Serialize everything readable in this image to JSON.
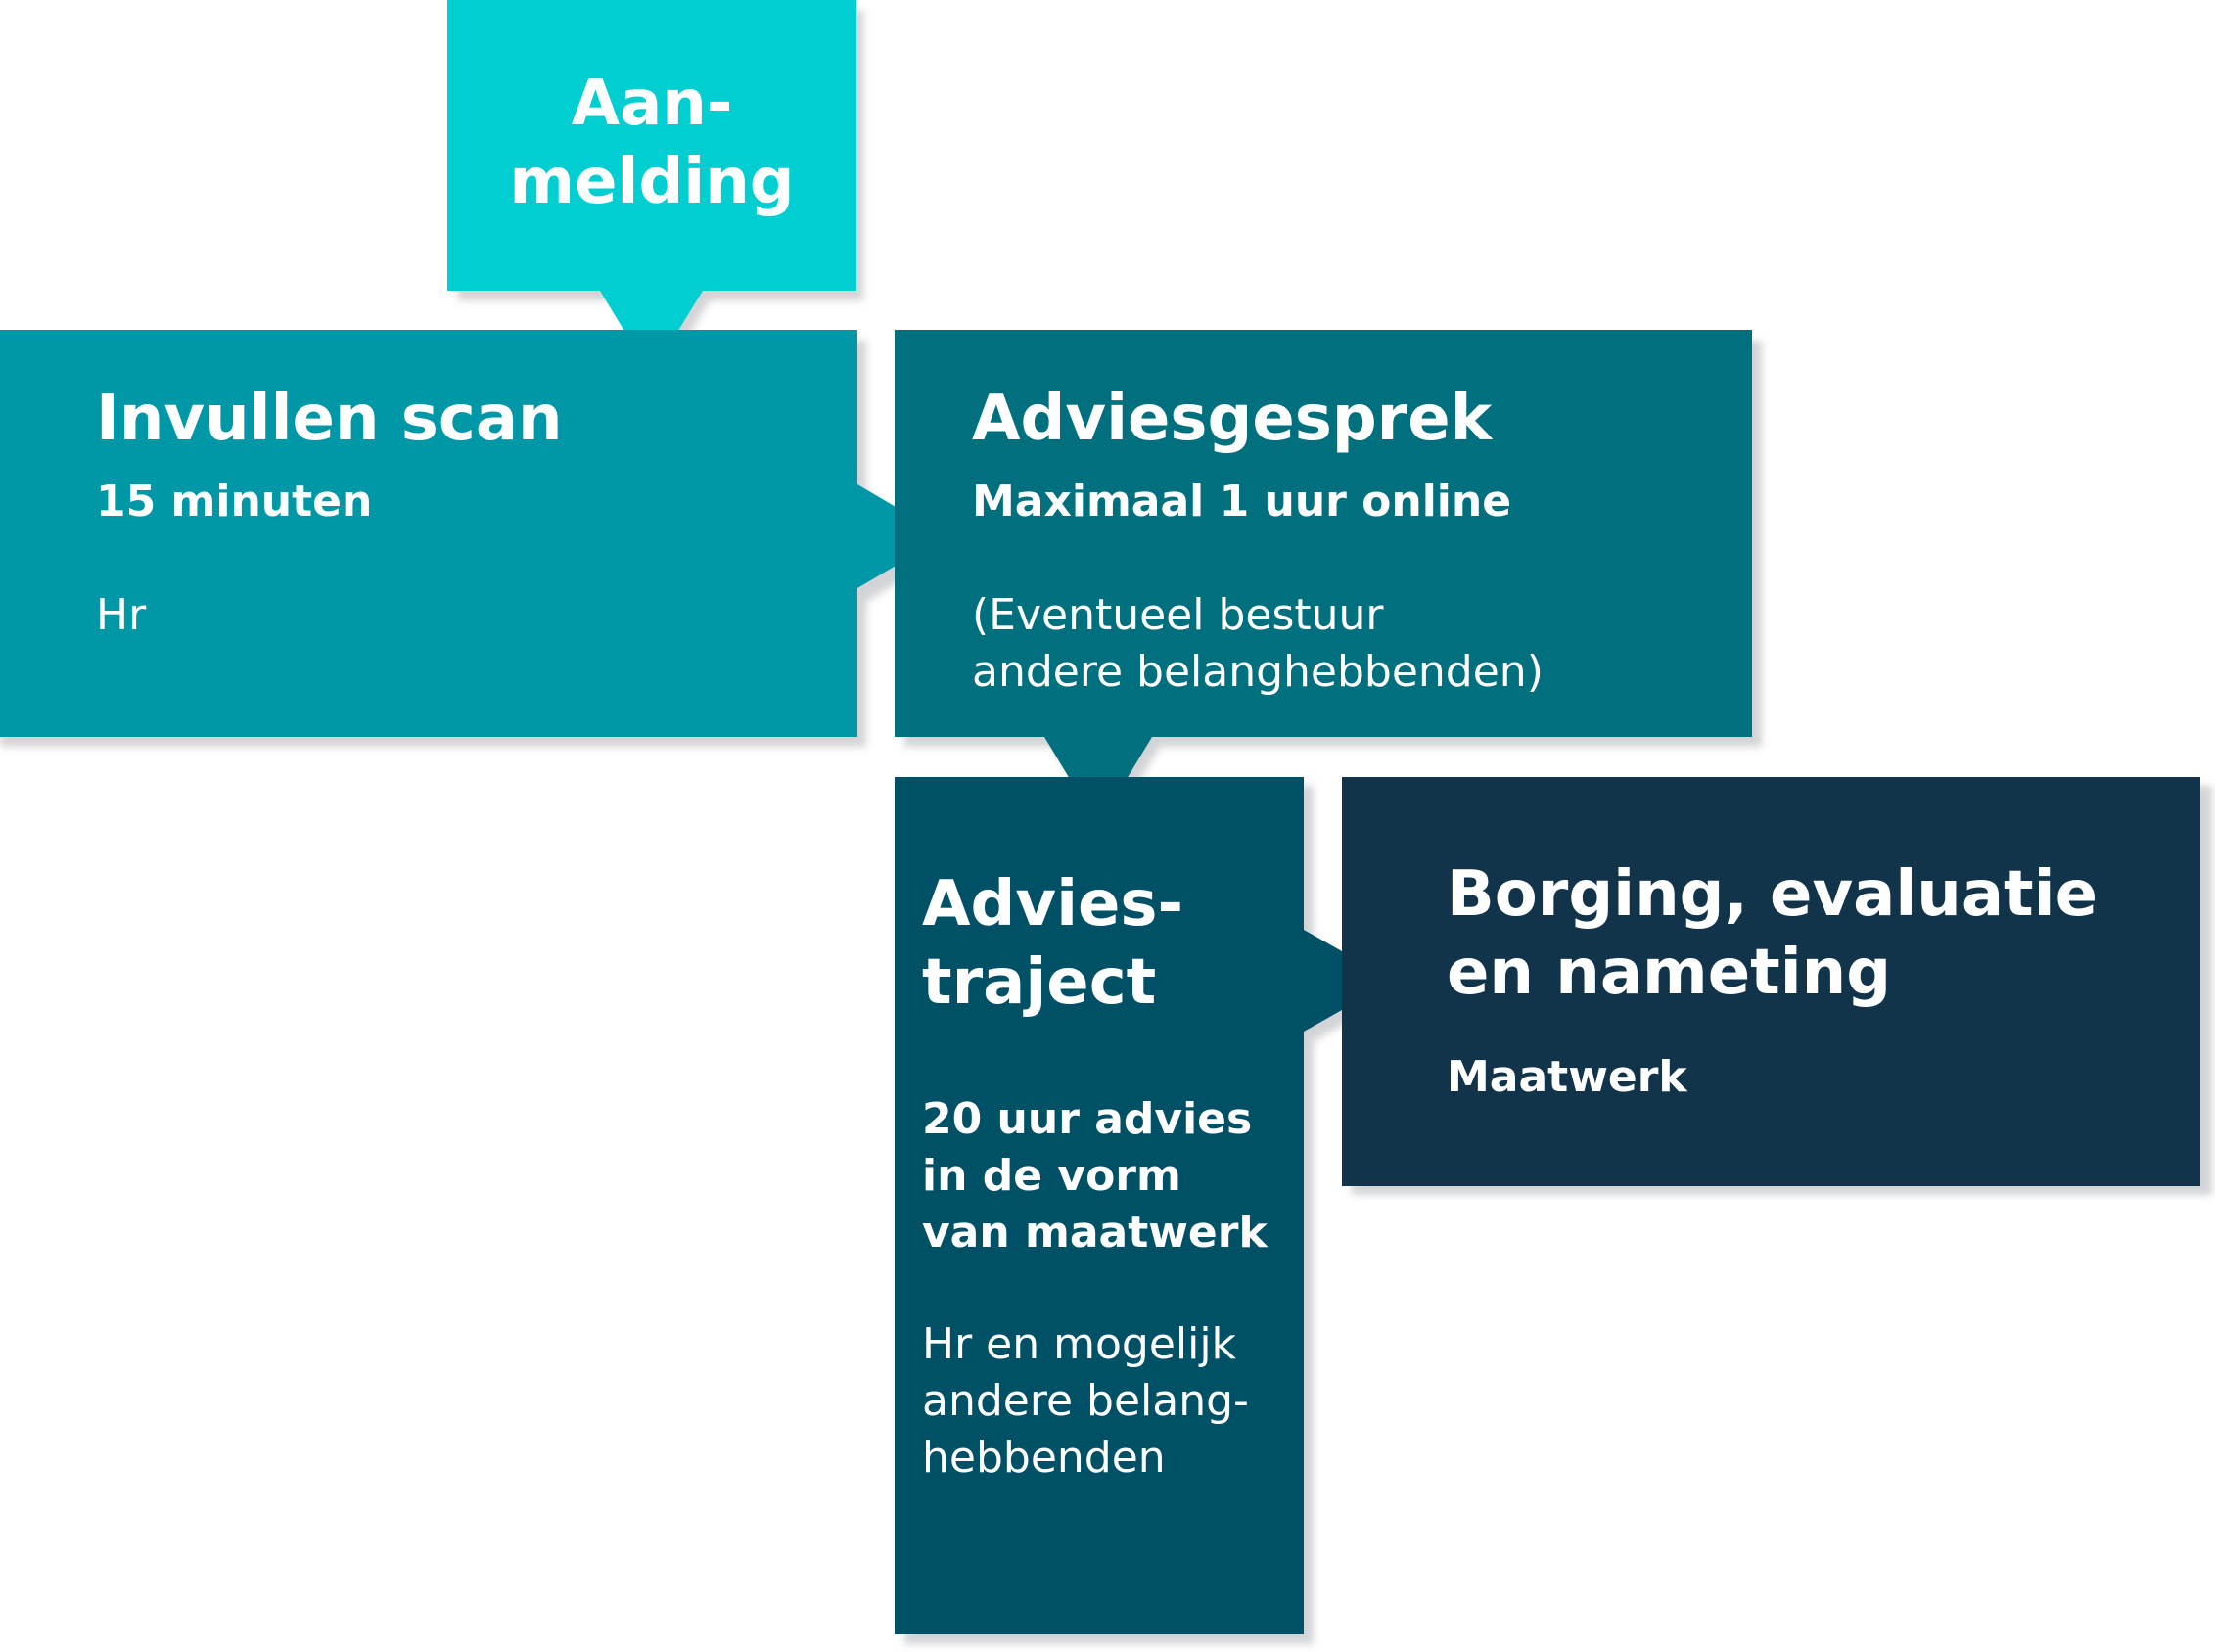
{
  "colors": {
    "aanmelding": "#00ced1",
    "scan": "#0097a7",
    "gesprek": "#00707f",
    "traject": "#005166",
    "borging": "#12344a",
    "shadow": "#c7c9cc",
    "text": "#ffffff"
  },
  "steps": {
    "aanmelding": {
      "title": "Aan-\nmelding"
    },
    "scan": {
      "title": "Invullen scan",
      "duration": "15 minuten",
      "who": "Hr"
    },
    "gesprek": {
      "title": "Adviesgesprek",
      "duration": "Maximaal 1 uur online",
      "who": "(Eventueel bestuur\nandere belanghebbenden)"
    },
    "traject": {
      "title": "Advies-\ntraject",
      "duration": "20 uur advies\nin de vorm\nvan maatwerk",
      "who": "Hr en mogelijk\nandere belang-\nhebbenden"
    },
    "borging": {
      "title": "Borging, evaluatie\nen nameting",
      "duration": "Maatwerk"
    }
  }
}
